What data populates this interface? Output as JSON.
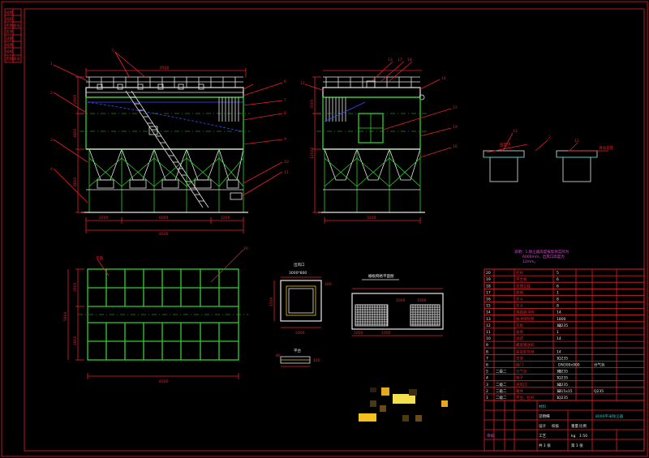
{
  "sheet": {
    "border_color": "#e8202a",
    "background": "#000000",
    "left_strip_labels": [
      "描图",
      "描校",
      "底图总号",
      "签字",
      "日期",
      "描图",
      "描校",
      "底图总号"
    ]
  },
  "front_view": {
    "top_dim": "8500",
    "bottom_dims": [
      "2200",
      "6000",
      "2200"
    ],
    "overall_dim": "8500",
    "left_dims": [
      "2900",
      "4800",
      "4800"
    ],
    "callouts": [
      "1",
      "2",
      "3",
      "4",
      "5",
      "6",
      "7",
      "8",
      "9",
      "10",
      "11"
    ]
  },
  "side_view": {
    "callouts": [
      "12",
      "13",
      "14",
      "15",
      "16",
      "17",
      "18",
      "19"
    ],
    "left_dims": [
      "7000",
      "12000"
    ],
    "bottom_dims": [
      "3200"
    ]
  },
  "plan_view": {
    "callout_tl": "平面",
    "callout_tr": "20",
    "bottom_dim": "8500",
    "left_dims": [
      "2800",
      "2800",
      "5800"
    ]
  },
  "detail_outlet": {
    "title": "出风口",
    "subtitle": "3000*800",
    "dims": [
      "2000",
      "1500",
      "300"
    ]
  },
  "detail_small": {
    "title": "平台",
    "dims": [
      "80",
      "100"
    ]
  },
  "detail_grate": {
    "title": "栅板网格平面图",
    "dims": [
      "1000",
      "1000",
      "1000",
      "1000"
    ]
  },
  "details_abc": {
    "a_label": "固定点",
    "b_label": "滑动支座",
    "callouts": [
      "13",
      "2",
      "12"
    ]
  },
  "notes": {
    "line1": "说明：1.除尘器高度按现场实际为",
    "line2": "6000mm，出风口高度为",
    "line3": "12mm。"
  },
  "parts_table": {
    "rows": [
      {
        "no": "20",
        "code": "",
        "name": "栏杆",
        "qty": "5",
        "mat": "",
        "note": ""
      },
      {
        "no": "19",
        "code": "",
        "name": "平台板",
        "qty": "6",
        "mat": "",
        "note": ""
      },
      {
        "no": "18",
        "code": "",
        "name": "支撑立柱",
        "qty": "6",
        "mat": "",
        "note": ""
      },
      {
        "no": "17",
        "code": "",
        "name": "爬梯",
        "qty": "1",
        "mat": "",
        "note": ""
      },
      {
        "no": "16",
        "code": "",
        "name": "灰斗",
        "qty": "8",
        "mat": "",
        "note": ""
      },
      {
        "no": "15",
        "code": "",
        "name": "灰斗",
        "qty": "8",
        "mat": "",
        "note": ""
      },
      {
        "no": "14",
        "code": "",
        "name": "电磁脉冲阀",
        "qty": "14",
        "mat": "",
        "note": ""
      },
      {
        "no": "13",
        "code": "",
        "name": "脉冲喷吹管",
        "qty": "1800",
        "mat": "",
        "note": ""
      },
      {
        "no": "12",
        "code": "",
        "name": "花板",
        "qty": "14",
        "mat": "Q235",
        "note": ""
      },
      {
        "no": "11",
        "code": "",
        "name": "笼骨",
        "qty": "1",
        "mat": "",
        "note": ""
      },
      {
        "no": "10",
        "code": "",
        "name": "滤袋",
        "qty": "14",
        "mat": "",
        "note": ""
      },
      {
        "no": "9",
        "code": "",
        "name": "螺旋输送机",
        "qty": "",
        "mat": "",
        "note": ""
      },
      {
        "no": "8",
        "code": "",
        "name": "星型卸灰阀",
        "qty": "14",
        "mat": "",
        "note": ""
      },
      {
        "no": "7",
        "code": "",
        "name": "支架",
        "qty": "1",
        "mat": "Q235",
        "note": ""
      },
      {
        "no": "6",
        "code": "",
        "name": "圆门",
        "qty": "",
        "mat": "DN300x900",
        "note": "分气包"
      },
      {
        "no": "5",
        "code": "二级二",
        "name": "分气包",
        "qty": "18",
        "mat": "Q235",
        "note": ""
      },
      {
        "no": "4",
        "code": "",
        "name": "梯子",
        "qty": "1",
        "mat": "Q235",
        "note": ""
      },
      {
        "no": "3",
        "code": "二级二",
        "name": "进风口",
        "qty": "14",
        "mat": "Q235",
        "note": ""
      },
      {
        "no": "2",
        "code": "二级二",
        "name": "箱体",
        "qty": "14",
        "mat": "D15x15",
        "note": "Q235"
      },
      {
        "no": "1",
        "code": "二级二",
        "name": "平台、栏杆",
        "qty": "1",
        "mat": "Q235",
        "note": ""
      }
    ]
  },
  "title_block": {
    "material_label": "材料",
    "material_value": "见明细",
    "drawing_title": "8000平米除尘器",
    "designer_label": "设计",
    "checker_label": "校核",
    "weight_label": "重量",
    "scale_label": "比例",
    "scale_value": "1:50",
    "weight_value": "kg",
    "sheet_total": "共 1 张",
    "sheet_no": "第 1 张",
    "process_label": "工艺",
    "approve_label": "审核"
  },
  "colors": {
    "red": "#e8202a",
    "white": "#e8e8e8",
    "green": "#2ed12e",
    "blue": "#3a4dff",
    "yellow": "#e6c81e",
    "magenta": "#e04ad8",
    "cyan": "#25c7c7"
  }
}
